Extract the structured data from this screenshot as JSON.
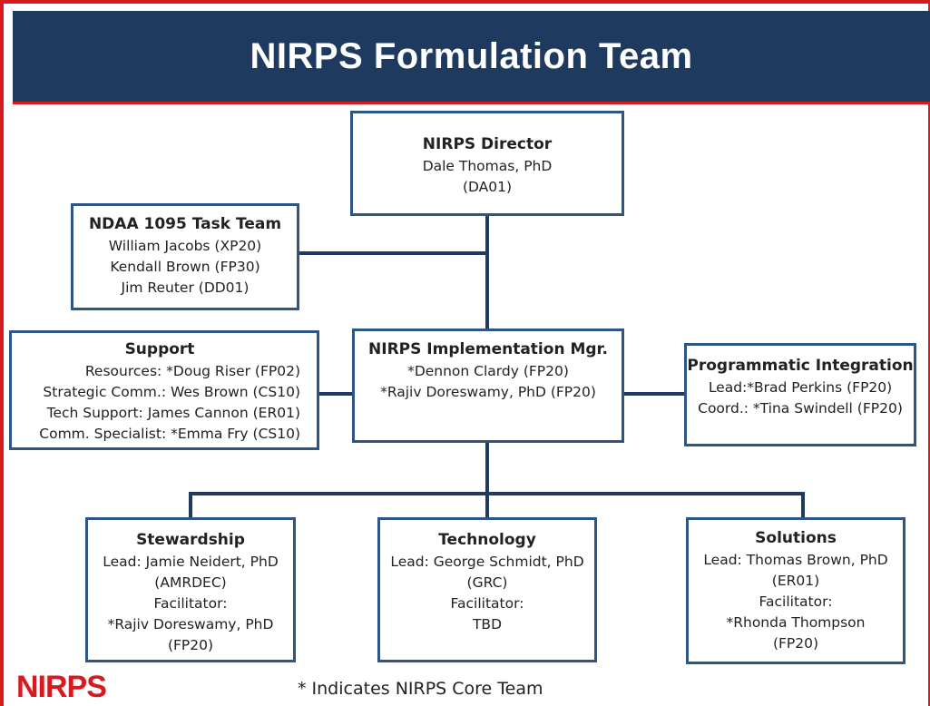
{
  "title": "NIRPS Formulation Team",
  "director": {
    "heading": "NIRPS Director",
    "lines": [
      "Dale Thomas, PhD",
      "(DA01)"
    ]
  },
  "ndaa": {
    "heading": "NDAA 1095 Task Team",
    "lines": [
      "William Jacobs (XP20)",
      "Kendall Brown (FP30)",
      "Jim Reuter (DD01)"
    ]
  },
  "support": {
    "heading": "Support",
    "lines": [
      "Resources:  *Doug Riser (FP02)",
      "Strategic Comm.:  Wes Brown (CS10)",
      "Tech Support:  James Cannon (ER01)",
      "Comm. Specialist:  *Emma Fry (CS10)"
    ]
  },
  "implementation": {
    "heading": "NIRPS Implementation Mgr.",
    "lines": [
      "*Dennon Clardy (FP20)",
      "*Rajiv Doreswamy, PhD (FP20)"
    ]
  },
  "programmatic": {
    "heading": "Programmatic Integration",
    "lines": [
      "Lead:*Brad Perkins (FP20)",
      "Coord.:  *Tina Swindell (FP20)"
    ]
  },
  "stewardship": {
    "heading": "Stewardship",
    "lines": [
      "Lead: Jamie Neidert, PhD",
      "(AMRDEC)",
      "Facilitator:",
      "*Rajiv Doreswamy, PhD",
      "(FP20)"
    ]
  },
  "technology": {
    "heading": "Technology",
    "lines": [
      "Lead: George Schmidt, PhD",
      "(GRC)",
      "Facilitator:",
      "TBD"
    ]
  },
  "solutions": {
    "heading": "Solutions",
    "lines": [
      "Lead: Thomas Brown, PhD",
      "(ER01)",
      "Facilitator:",
      "*Rhonda Thompson",
      "(FP20)"
    ]
  },
  "footnote": "* Indicates NIRPS Core Team",
  "logo_text": "NIRPS",
  "colors": {
    "title_bar": "#1e3a5f",
    "accent_red": "#d71920",
    "box_border": "#2f5583"
  }
}
